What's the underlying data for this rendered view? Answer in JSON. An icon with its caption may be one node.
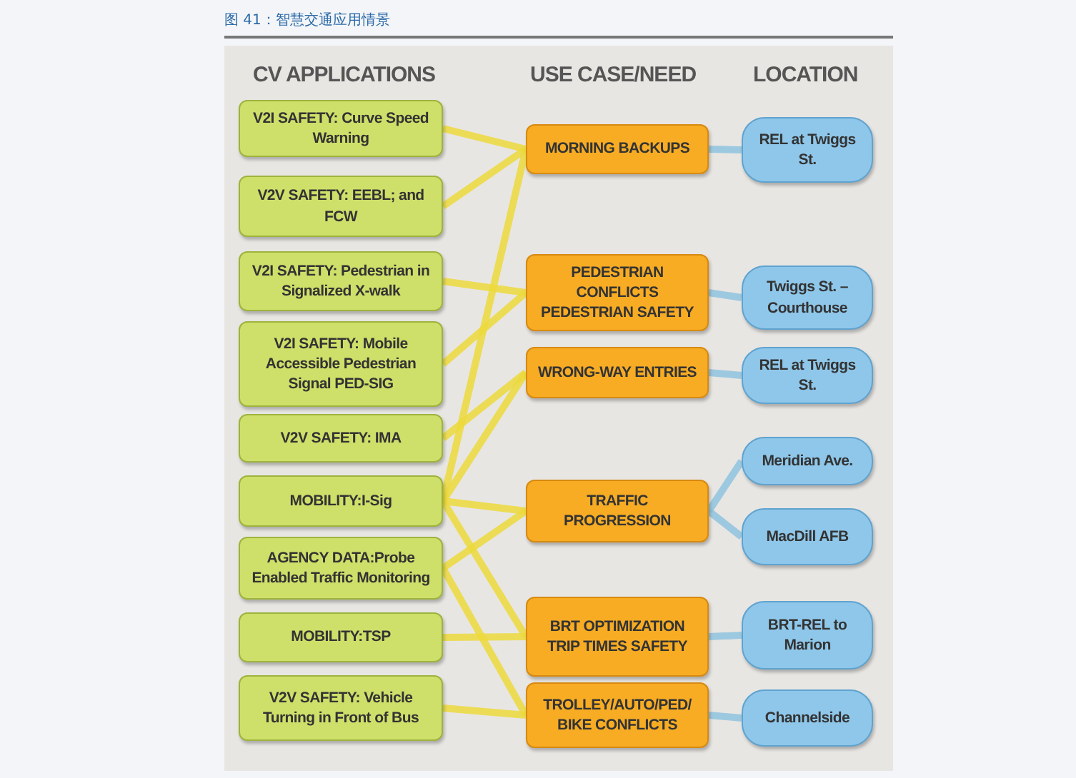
{
  "diagram": {
    "title": "图 41：智慧交通应用情景",
    "nodes": [
      {
        "text": [
          "V2I SAFETY: Curve Speed Warning"
        ]
      },
      {
        "text": [
          "V2V SAFETY: EEBL; and FCW"
        ]
      },
      {
        "text": [
          "V2I SAFETY: Pedestrian in Signalized X-walk"
        ]
      },
      {
        "text": [
          "V2I SAFETY: Mobile Accessible Pedestrian Signal PED-SIG"
        ]
      },
      {
        "text": [
          "V2V SAFETY: IMA"
        ]
      },
      {
        "text": [
          "MOBILITY:I-Sig"
        ]
      },
      {
        "text": [
          "AGENCY DATA:Probe Enabled Traffic Monitoring"
        ]
      },
      {
        "text": [
          "MOBILITY:TSP"
        ]
      },
      {
        "text": [
          "V2V SAFETY: Vehicle Turning in Front of Bus"
        ]
      },
      {
        "text": [
          "MORNING BACKUPS"
        ]
      },
      {
        "text": [
          "PEDESTRIAN CONFLICTS PEDESTRIAN SAFETY"
        ]
      },
      {
        "text": [
          "WRONG-WAY ENTRIES"
        ]
      },
      {
        "text": [
          "TRAFFIC PROGRESSION"
        ]
      },
      {
        "text": [
          "BRT OPTIMIZATION TRIP TIMES SAFETY"
        ]
      },
      {
        "text": [
          "TROLLEY/AUTO/PED/ BIKE CONFLICTS"
        ]
      },
      {
        "text": [
          "REL at Twiggs St."
        ]
      },
      {
        "text": [
          "Twiggs St. – Courthouse"
        ]
      },
      {
        "text": [
          "REL at Twiggs St."
        ]
      },
      {
        "text": [
          "Meridian Ave."
        ]
      },
      {
        "text": [
          "MacDill AFB"
        ]
      },
      {
        "text": [
          "BRT-REL to Marion"
        ]
      },
      {
        "text": [
          "Channelside"
        ]
      }
    ],
    "edges": [
      {
        "from": 0,
        "to": 9,
        "arrow": "none"
      },
      {
        "from": 1,
        "to": 9,
        "arrow": "none"
      },
      {
        "from": 5,
        "to": 9,
        "arrow": "none"
      },
      {
        "from": 2,
        "to": 10,
        "arrow": "none"
      },
      {
        "from": 3,
        "to": 10,
        "arrow": "none"
      },
      {
        "from": 4,
        "to": 11,
        "arrow": "none"
      },
      {
        "from": 5,
        "to": 11,
        "arrow": "none"
      },
      {
        "from": 5,
        "to": 12,
        "arrow": "none"
      },
      {
        "from": 6,
        "to": 12,
        "arrow": "none"
      },
      {
        "from": 5,
        "to": 13,
        "arrow": "none"
      },
      {
        "from": 7,
        "to": 13,
        "arrow": "none"
      },
      {
        "from": 6,
        "to": 14,
        "arrow": "none"
      },
      {
        "from": 8,
        "to": 14,
        "arrow": "none"
      },
      {
        "from": 9,
        "to": 15,
        "arrow": "none",
        "color": "#8fc3df"
      },
      {
        "from": 10,
        "to": 16,
        "arrow": "none",
        "color": "#8fc3df"
      },
      {
        "from": 11,
        "to": 17,
        "arrow": "none",
        "color": "#8fc3df"
      },
      {
        "from": 12,
        "to": 18,
        "arrow": "none",
        "color": "#8fc3df"
      },
      {
        "from": 12,
        "to": 19,
        "arrow": "none",
        "color": "#8fc3df"
      },
      {
        "from": 13,
        "to": 20,
        "arrow": "none",
        "color": "#8fc3df"
      },
      {
        "from": 14,
        "to": 21,
        "arrow": "none",
        "color": "#8fc3df"
      }
    ],
    "labels": [
      "CV APPLICATIONS",
      "USE CASE/NEED",
      "LOCATION"
    ]
  }
}
